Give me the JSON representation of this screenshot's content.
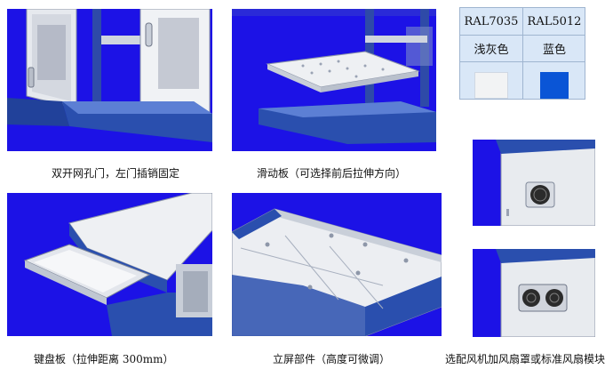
{
  "captions": {
    "double_door": "双开网孔门，左门插销固定",
    "slide_board": "滑动板（可选择前后拉伸方向）",
    "keyboard_tray": "键盘板（拉伸距离 300mm）",
    "screen_part": "立屏部件（高度可微调）",
    "fan_option": "选配风机加风扇罩或标准风扇模块"
  },
  "color_table": {
    "headers": [
      "RAL7035",
      "RAL5012"
    ],
    "names": [
      "浅灰色",
      "蓝色"
    ],
    "swatch_colors": [
      "#f2f3f4",
      "#0a55d6"
    ]
  },
  "colors": {
    "render_background": "#1c12e6",
    "cabinet_blue": "#2a4fae",
    "cabinet_grey": "#e9ecef"
  }
}
